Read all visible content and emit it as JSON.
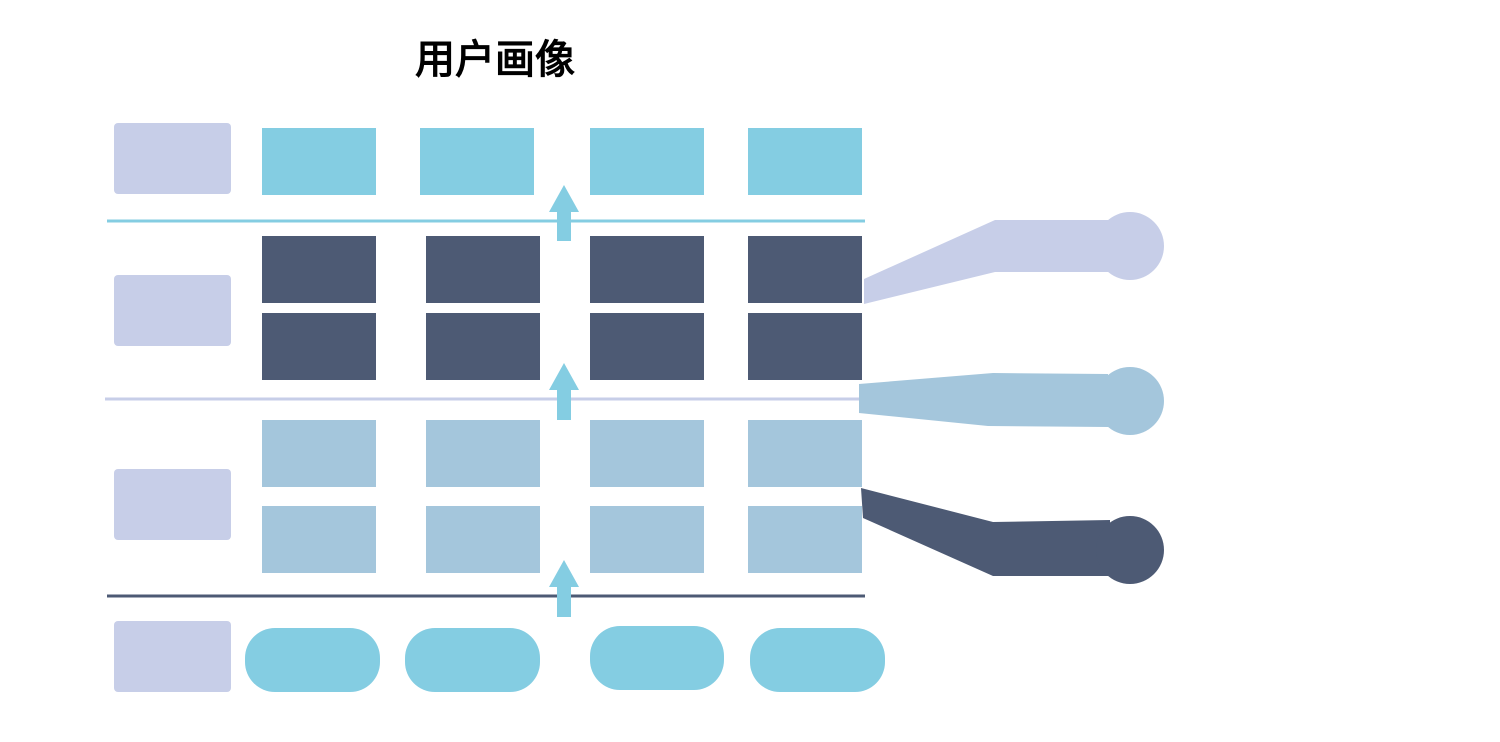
{
  "title": "用户画像",
  "colors": {
    "label_block": "#c7cee8",
    "top_block": "#84cde2",
    "dark_block": "#4d5a74",
    "light_block": "#a4c6dc",
    "pill": "#84cde2",
    "arrow": "#84cde2",
    "line_top": "#84cde2",
    "line_mid": "#c7cee8",
    "line_bottom": "#4d5a74",
    "connector_top": "#c7cee8",
    "connector_mid": "#a4c6dc",
    "connector_bottom": "#4d5a74",
    "background": "#ffffff"
  },
  "layers": [
    {
      "name": "top-layer",
      "block_count": 4
    },
    {
      "name": "dark-layer",
      "block_count": 8
    },
    {
      "name": "light-layer",
      "block_count": 8
    },
    {
      "name": "base-layer",
      "block_count": 4
    }
  ],
  "connectors": [
    {
      "name": "connector-top"
    },
    {
      "name": "connector-middle"
    },
    {
      "name": "connector-bottom"
    }
  ]
}
